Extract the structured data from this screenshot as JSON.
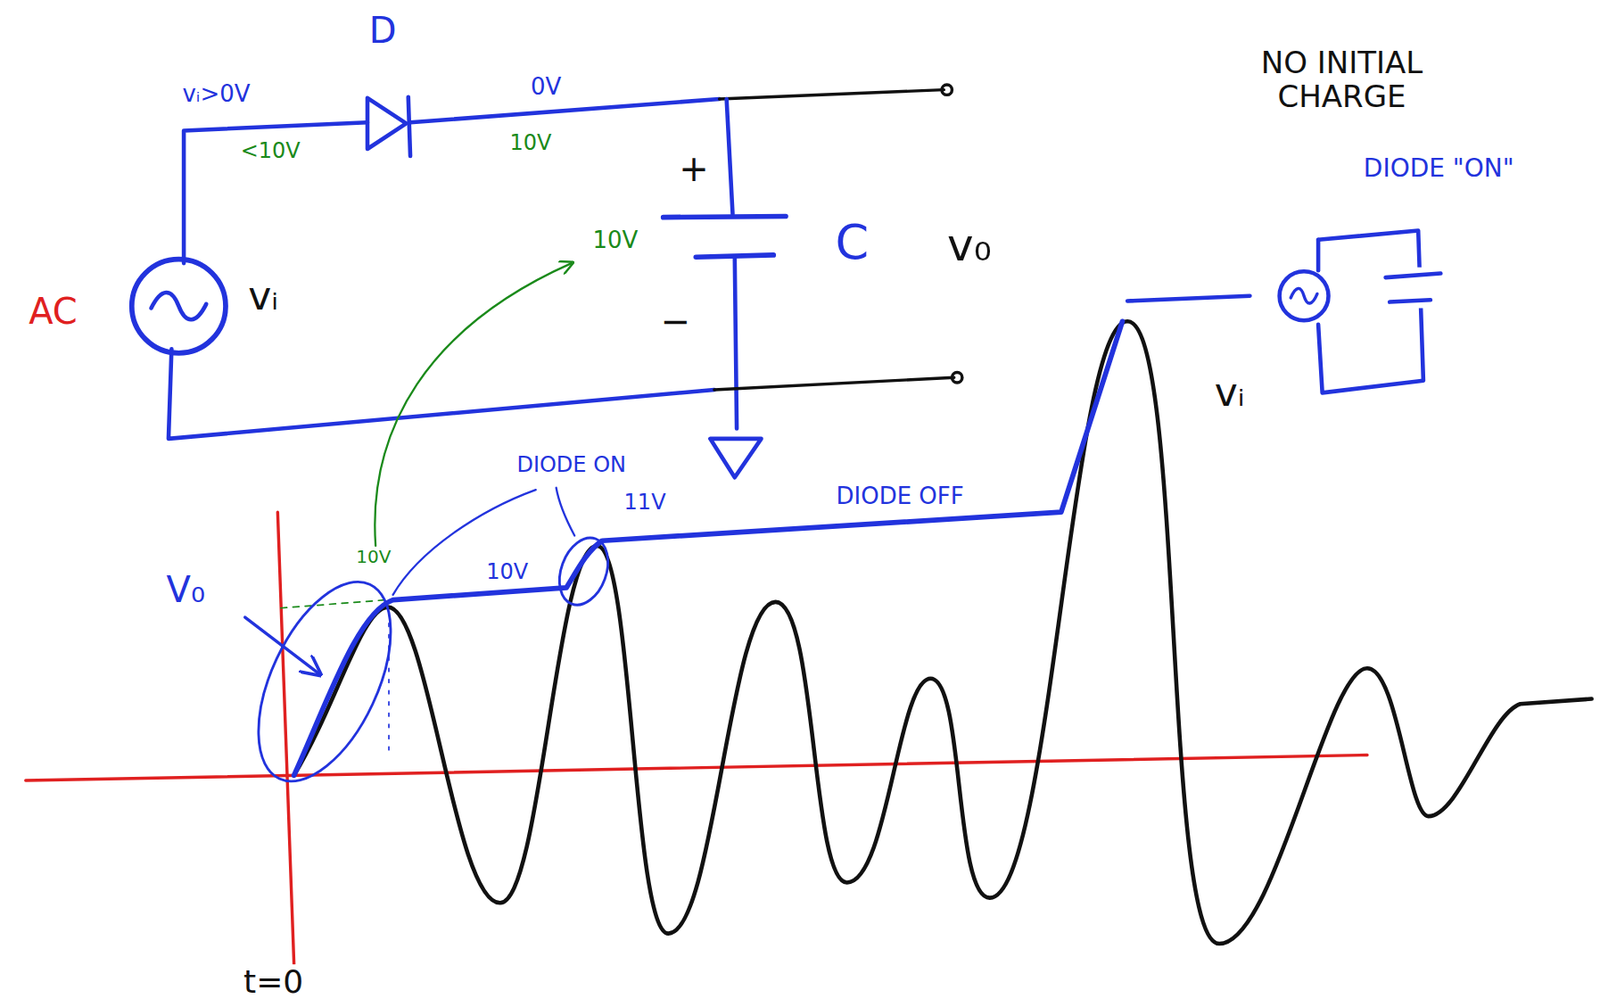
{
  "diagram": {
    "labels": [
      "D",
      "vᵢ>0V",
      "<10V",
      "0V",
      "10V",
      "+",
      "10V",
      "C",
      "v₀",
      "AC",
      "vᵢ",
      "−",
      "NO INITIAL CHARGE",
      "DIODE \"ON\"",
      "vᵢ",
      "V₀",
      "10V",
      "DIODE ON",
      "11V",
      "10V",
      "DIODE OFF",
      "t=0"
    ]
  }
}
